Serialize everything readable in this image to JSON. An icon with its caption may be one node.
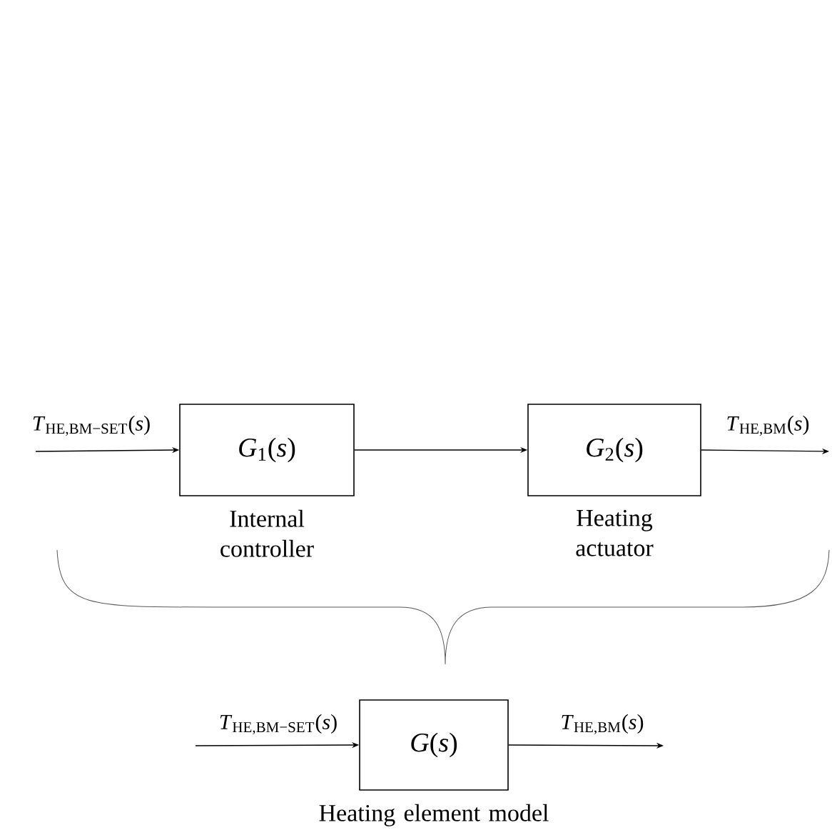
{
  "diagram": {
    "nodes": [
      {
        "text": [
          "*G*$_{1}$(*s*)"
        ],
        "beside": [
          "Internal controller"
        ]
      },
      {
        "text": [
          "*G*$_{2}$(*s*)"
        ],
        "beside": [
          "Heating actuator"
        ]
      },
      {
        "text": [
          "*G*(*s*)"
        ],
        "beside": [
          "Heating element model"
        ]
      }
    ],
    "edges": [
      {
        "from": null,
        "to": 0,
        "arrow": "to",
        "label": "*T*$_{HE,BM−SET}$(*s*)"
      },
      {
        "from": 0,
        "to": 1,
        "arrow": "to"
      },
      {
        "from": 1,
        "to": null,
        "arrow": "to",
        "label": "*T*$_{HE,BM}$(*s*)"
      },
      {
        "from": null,
        "to": 2,
        "arrow": "to",
        "label": "*T*$_{HE,BM−SET}$(*s*)"
      },
      {
        "from": 2,
        "to": null,
        "arrow": "to",
        "label": "*T*$_{HE,BM}$(*s*)"
      }
    ]
  }
}
